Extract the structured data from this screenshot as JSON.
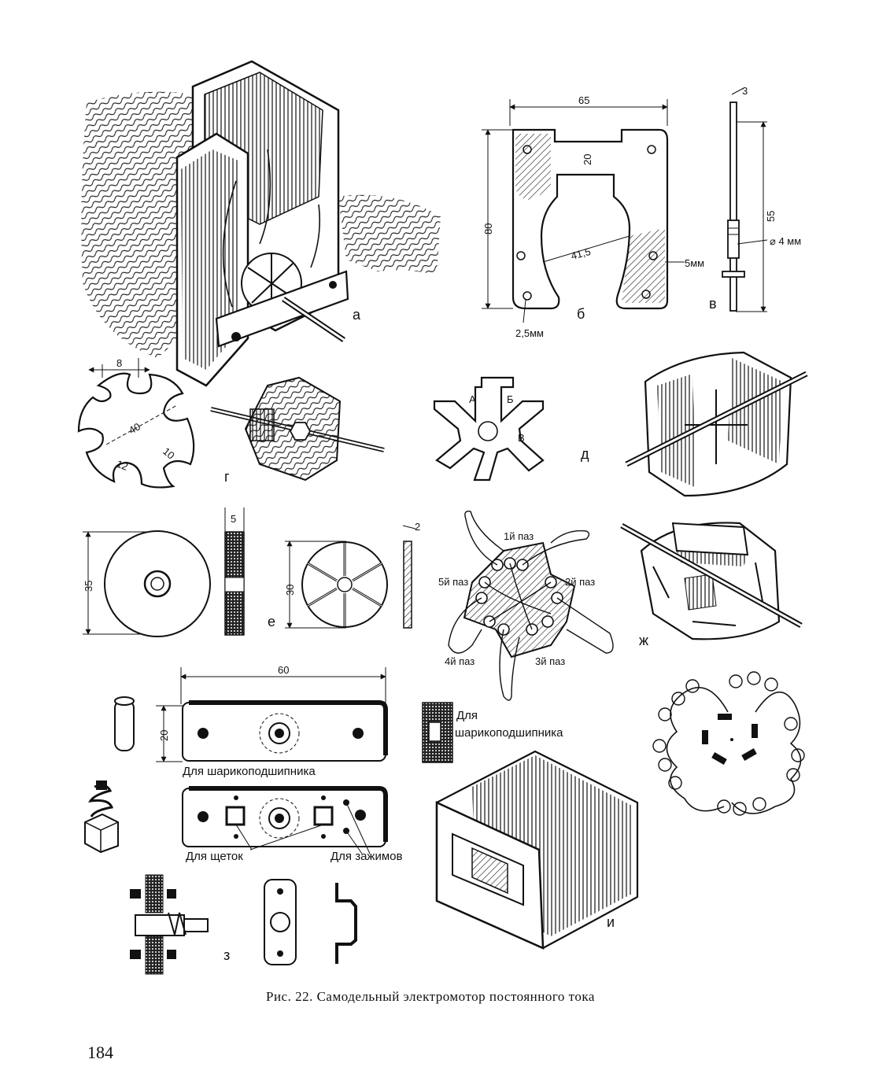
{
  "figure": {
    "caption": "Рис. 22. Самодельный электромотор постоянного тока",
    "page_number": "184"
  },
  "panels": {
    "a": {
      "letter": "а"
    },
    "b": {
      "letter": "б",
      "width": "65",
      "slot": "20",
      "height": "80",
      "bore": "41,5",
      "thickness": "5мм",
      "hole": "2,5мм"
    },
    "v": {
      "letter": "в",
      "top": "3",
      "length": "55",
      "diameter": "⌀ 4 мм"
    },
    "g": {
      "letter": "г",
      "notch": "8",
      "diameter": "40",
      "r1": "10",
      "r2": "12"
    },
    "d": {
      "letter": "д",
      "tab_a": "А",
      "tab_b": "Б",
      "tab_v": "В"
    },
    "e": {
      "letter": "е",
      "disc_d": "35",
      "disc_t": "5",
      "plate_d": "30",
      "plate_t": "2"
    },
    "wind": {
      "slot1": "1й паз",
      "slot2": "2й паз",
      "slot3": "3й паз",
      "slot4": "4й паз",
      "slot5": "5й паз"
    },
    "zh": {
      "letter": "ж"
    },
    "z": {
      "letter": "з",
      "width": "60",
      "height": "20",
      "bearing_a": "Для шарикоподшипника",
      "bearing_b_1": "Для",
      "bearing_b_2": "шарикоподшипника",
      "brushes": "Для щеток",
      "clamps": "Для зажимов"
    },
    "i": {
      "letter": "и"
    }
  },
  "colors": {
    "ink": "#111111",
    "paper": "#ffffff"
  }
}
